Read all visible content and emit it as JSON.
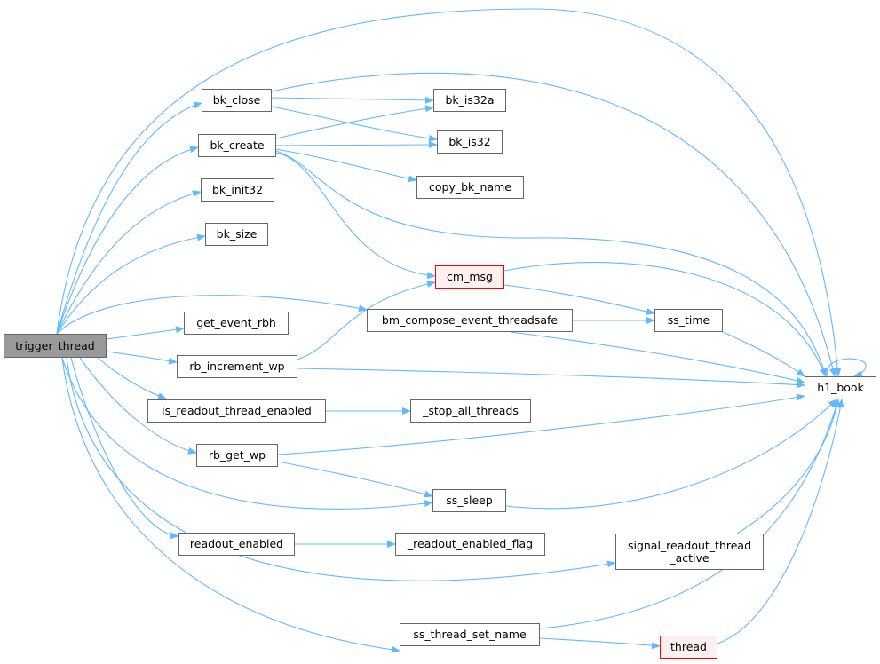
{
  "colors": {
    "edge": "#63b8ff",
    "node_border": "#666666",
    "root_fill": "#999999",
    "truncated_border": "#ff0000",
    "truncated_fill": "#fff0f0"
  },
  "nodes": {
    "trigger_thread": "trigger_thread",
    "bk_close": "bk_close",
    "bk_create": "bk_create",
    "bk_init32": "bk_init32",
    "bk_size": "bk_size",
    "get_event_rbh": "get_event_rbh",
    "rb_increment_wp": "rb_increment_wp",
    "is_readout_thread_enabled": "is_readout_thread_enabled",
    "rb_get_wp": "rb_get_wp",
    "readout_enabled": "readout_enabled",
    "ss_thread_set_name": "ss_thread_set_name",
    "bk_is32a": "bk_is32a",
    "bk_is32": "bk_is32",
    "copy_bk_name": "copy_bk_name",
    "cm_msg": "cm_msg",
    "bm_compose_event_threadsafe": "bm_compose_event_threadsafe",
    "stop_all_threads": "_stop_all_threads",
    "ss_sleep": "ss_sleep",
    "readout_enabled_flag": "_readout_enabled_flag",
    "signal_readout_thread_active_line1": "signal_readout_thread",
    "signal_readout_thread_active_line2": "_active",
    "thread": "thread",
    "ss_time": "ss_time",
    "h1_book": "h1_book"
  }
}
